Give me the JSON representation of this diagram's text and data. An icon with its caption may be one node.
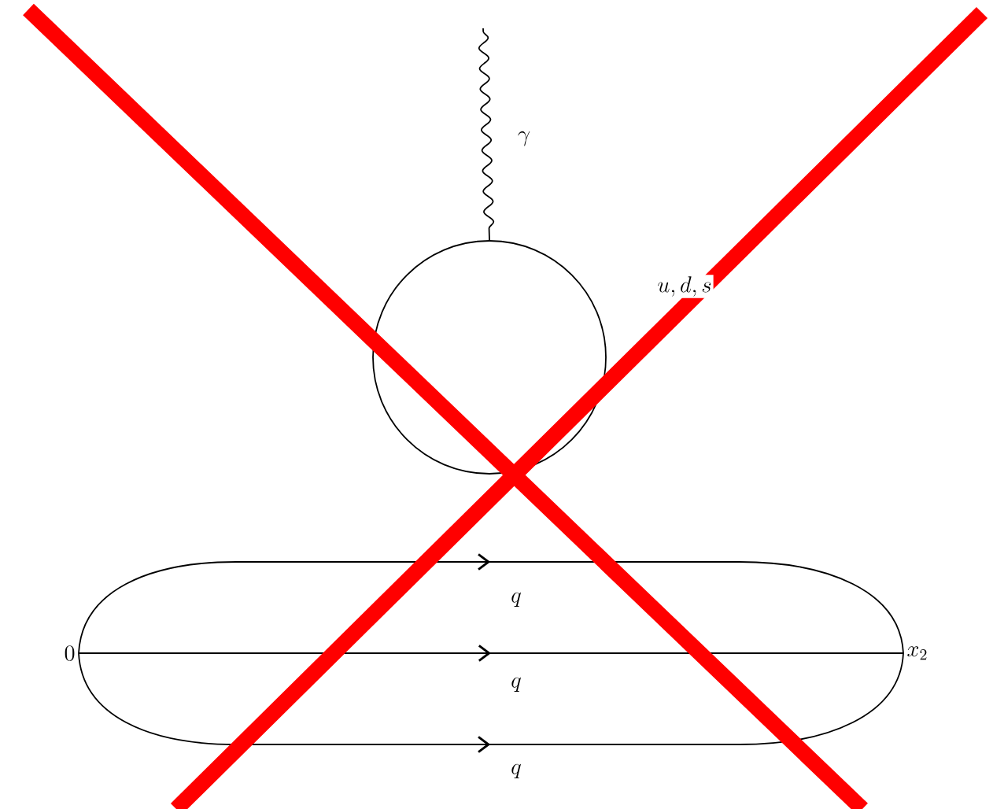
{
  "diagram": {
    "nodes": [
      {
        "text": [
          "0"
        ]
      },
      {
        "text": [
          "x_2"
        ]
      },
      {
        "text": [],
        "shape": "circle",
        "beside": [
          "u,d,s"
        ]
      }
    ],
    "edges": [
      {
        "from": 0,
        "to": 1,
        "arrow": "to",
        "label": "q"
      },
      {
        "from": 0,
        "to": 1,
        "arrow": "to",
        "label": "q"
      },
      {
        "from": 0,
        "to": 1,
        "arrow": "to",
        "label": "q"
      },
      {
        "from": null,
        "to": 2,
        "arrow": "none",
        "label": "\\gamma"
      }
    ]
  }
}
